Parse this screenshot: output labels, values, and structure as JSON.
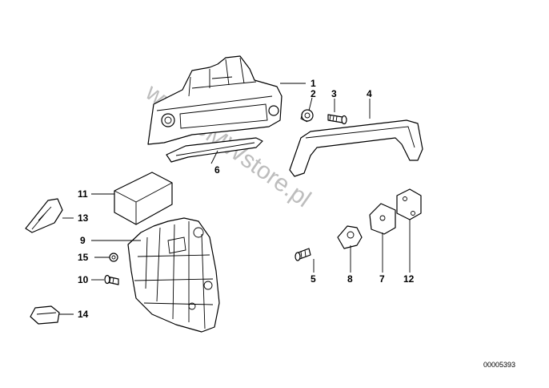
{
  "callouts": {
    "c1": "1",
    "c2": "2",
    "c3": "3",
    "c4": "4",
    "c5": "5",
    "c6": "6",
    "c7": "7",
    "c8": "8",
    "c9": "9",
    "c10": "10",
    "c11": "11",
    "c12": "12",
    "c13": "13",
    "c14": "14",
    "c15": "15"
  },
  "watermark": "www.BMWstore.pl",
  "reference_number": "00005393"
}
